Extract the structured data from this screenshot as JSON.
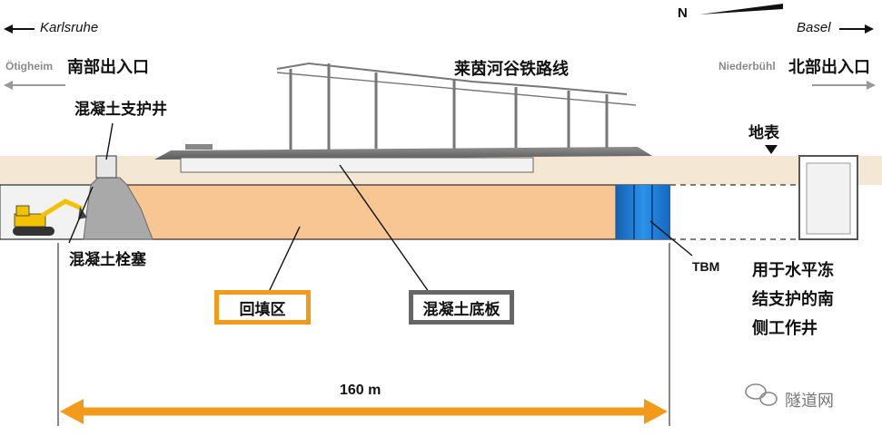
{
  "directions": {
    "left_city": "Karlsruhe",
    "right_city": "Basel",
    "north": "N"
  },
  "left_portal": {
    "town": "Ötigheim",
    "label": "南部出入口"
  },
  "right_portal": {
    "town": "Niederbühl",
    "label": "北部出入口"
  },
  "railway_label": "莱茵河谷铁路线",
  "concrete_shaft_label": "混凝土支护井",
  "surface_label": "地表",
  "concrete_plug_label": "混凝土栓塞",
  "backfill_label": "回填区",
  "slab_label": "混凝土底板",
  "tbm_label": "TBM",
  "south_shaft_label": [
    "用于水平冻",
    "结支护的南",
    "侧工作井"
  ],
  "dimension_label": "160 m",
  "watermark": "隧道网",
  "colors": {
    "backfill": "#f8c693",
    "ground": "#f4e7d3",
    "orange": "#f39a1b",
    "tbm": "#1f7fd6",
    "concrete": "#a9a9a9"
  }
}
